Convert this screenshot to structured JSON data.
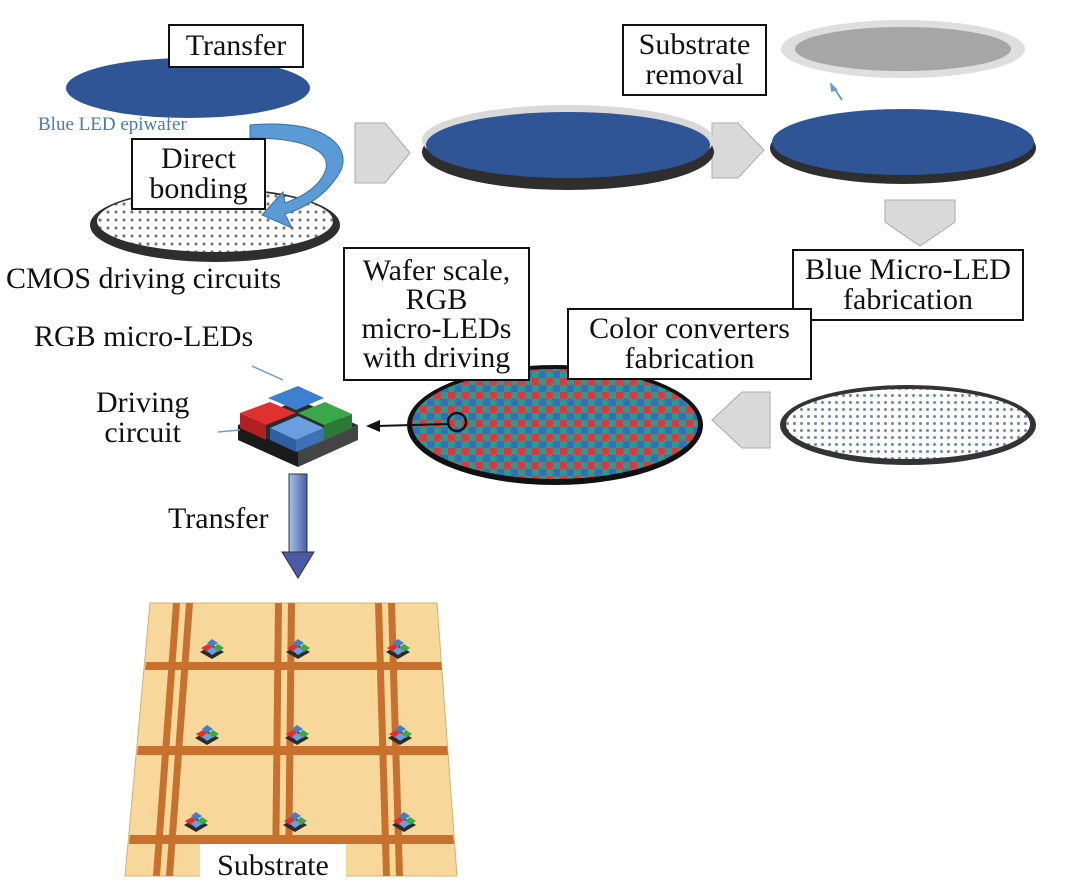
{
  "labels": {
    "transfer_top": "Transfer",
    "blue_led_epiwafer": "Blue LED epiwafer",
    "direct_bonding": "Direct\nbonding",
    "cmos_driving_circuits": "CMOS driving circuits",
    "substrate_removal": "Substrate\nremoval",
    "blue_micro_led_fabrication": "Blue Micro-LED\nfabrication",
    "color_converters_fabrication": "Color converters\nfabrication",
    "wafer_scale": "Wafer scale,\nRGB\nmicro-LEDs\nwith driving",
    "rgb_micro_leds": "RGB micro-LEDs",
    "driving_circuit": "Driving\ncircuit",
    "transfer_bottom": "Transfer",
    "substrate": "Substrate"
  },
  "colors": {
    "wafer_blue": "#2f5597",
    "wafer_rim": "#333333",
    "removed_substrate": "#a6a6a6",
    "process_arrow": "#d9d9d9",
    "bond_arrow": "#5b9bd5",
    "led_red": "#e03030",
    "led_green": "#3aa84a",
    "led_blue": "#3f7fd0",
    "substrate_fill": "#f8d79a",
    "substrate_lines": "#c8702e",
    "transfer_arrow": "#4a5aa8"
  }
}
